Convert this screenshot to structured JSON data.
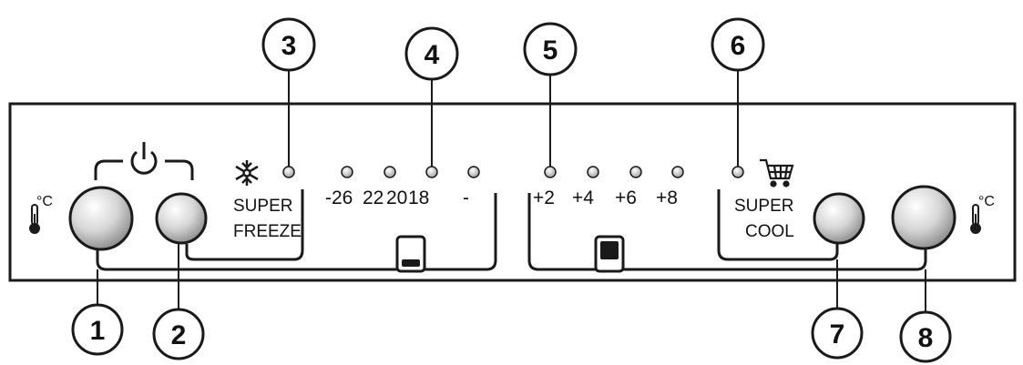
{
  "panel": {
    "degree_unit": "°C",
    "freezer_temps": [
      "-26",
      "22",
      "20",
      "18",
      "-"
    ],
    "fridge_temps": [
      "+2",
      "+4",
      "+6",
      "+8"
    ],
    "super_freeze": {
      "line1": "SUPER",
      "line2": "FREEZE"
    },
    "super_cool": {
      "line1": "SUPER",
      "line2": "COOL"
    }
  },
  "callouts": [
    "1",
    "2",
    "3",
    "4",
    "5",
    "6",
    "7",
    "8"
  ],
  "icons": {
    "power": "power-icon",
    "snowflake": "snowflake-icon",
    "cart": "shopping-cart-icon",
    "thermometer": "thermometer-icon",
    "freezer_compartment": "freezer-compartment-icon",
    "fridge_compartment": "fridge-compartment-icon"
  },
  "colors": {
    "line": "#1a1a1a",
    "knob_light": "#ffffff",
    "knob_dark": "#9a9a9a"
  }
}
